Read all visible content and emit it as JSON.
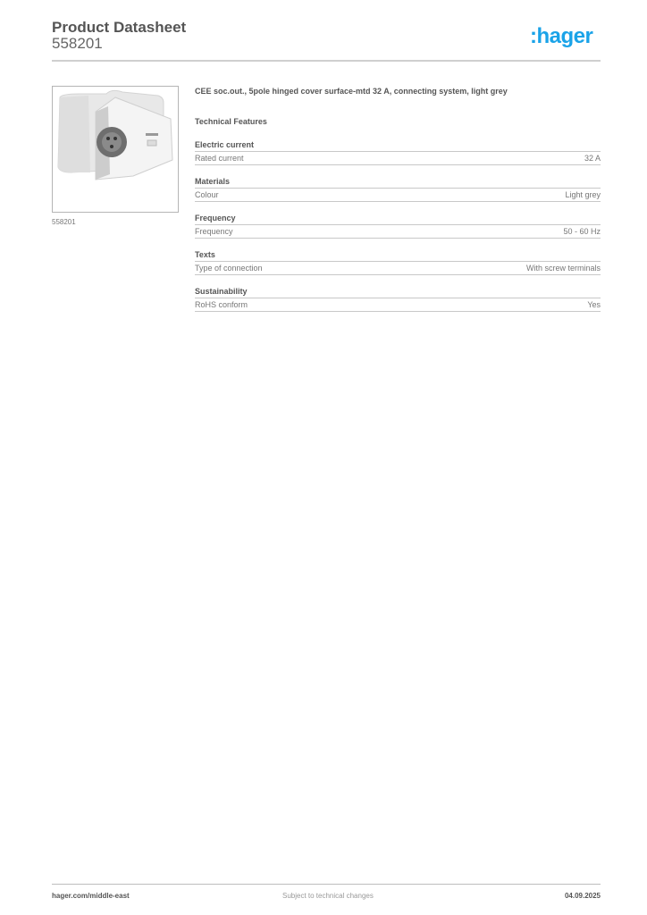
{
  "header": {
    "title": "Product Datasheet",
    "product_code": "558201",
    "logo": ":hager",
    "logo_color": "#1aa3e8"
  },
  "product": {
    "image_alt": "CEE socket outlet with hinged cover, light grey",
    "image_caption": "558201",
    "description": "CEE soc.out., 5pole hinged cover surface-mtd 32 A, connecting system, light grey"
  },
  "features": {
    "heading": "Technical Features",
    "groups": [
      {
        "title": "Electric current",
        "rows": [
          {
            "label": "Rated current",
            "value": "32 A"
          }
        ]
      },
      {
        "title": "Materials",
        "rows": [
          {
            "label": "Colour",
            "value": "Light grey"
          }
        ]
      },
      {
        "title": "Frequency",
        "rows": [
          {
            "label": "Frequency",
            "value": "50 - 60 Hz"
          }
        ]
      },
      {
        "title": "Texts",
        "rows": [
          {
            "label": "Type of connection",
            "value": "With screw terminals"
          }
        ]
      },
      {
        "title": "Sustainability",
        "rows": [
          {
            "label": "RoHS conform",
            "value": "Yes"
          }
        ]
      }
    ]
  },
  "footer": {
    "website": "hager.com/middle-east",
    "notice": "Subject to technical changes",
    "date": "04.09.2025"
  }
}
